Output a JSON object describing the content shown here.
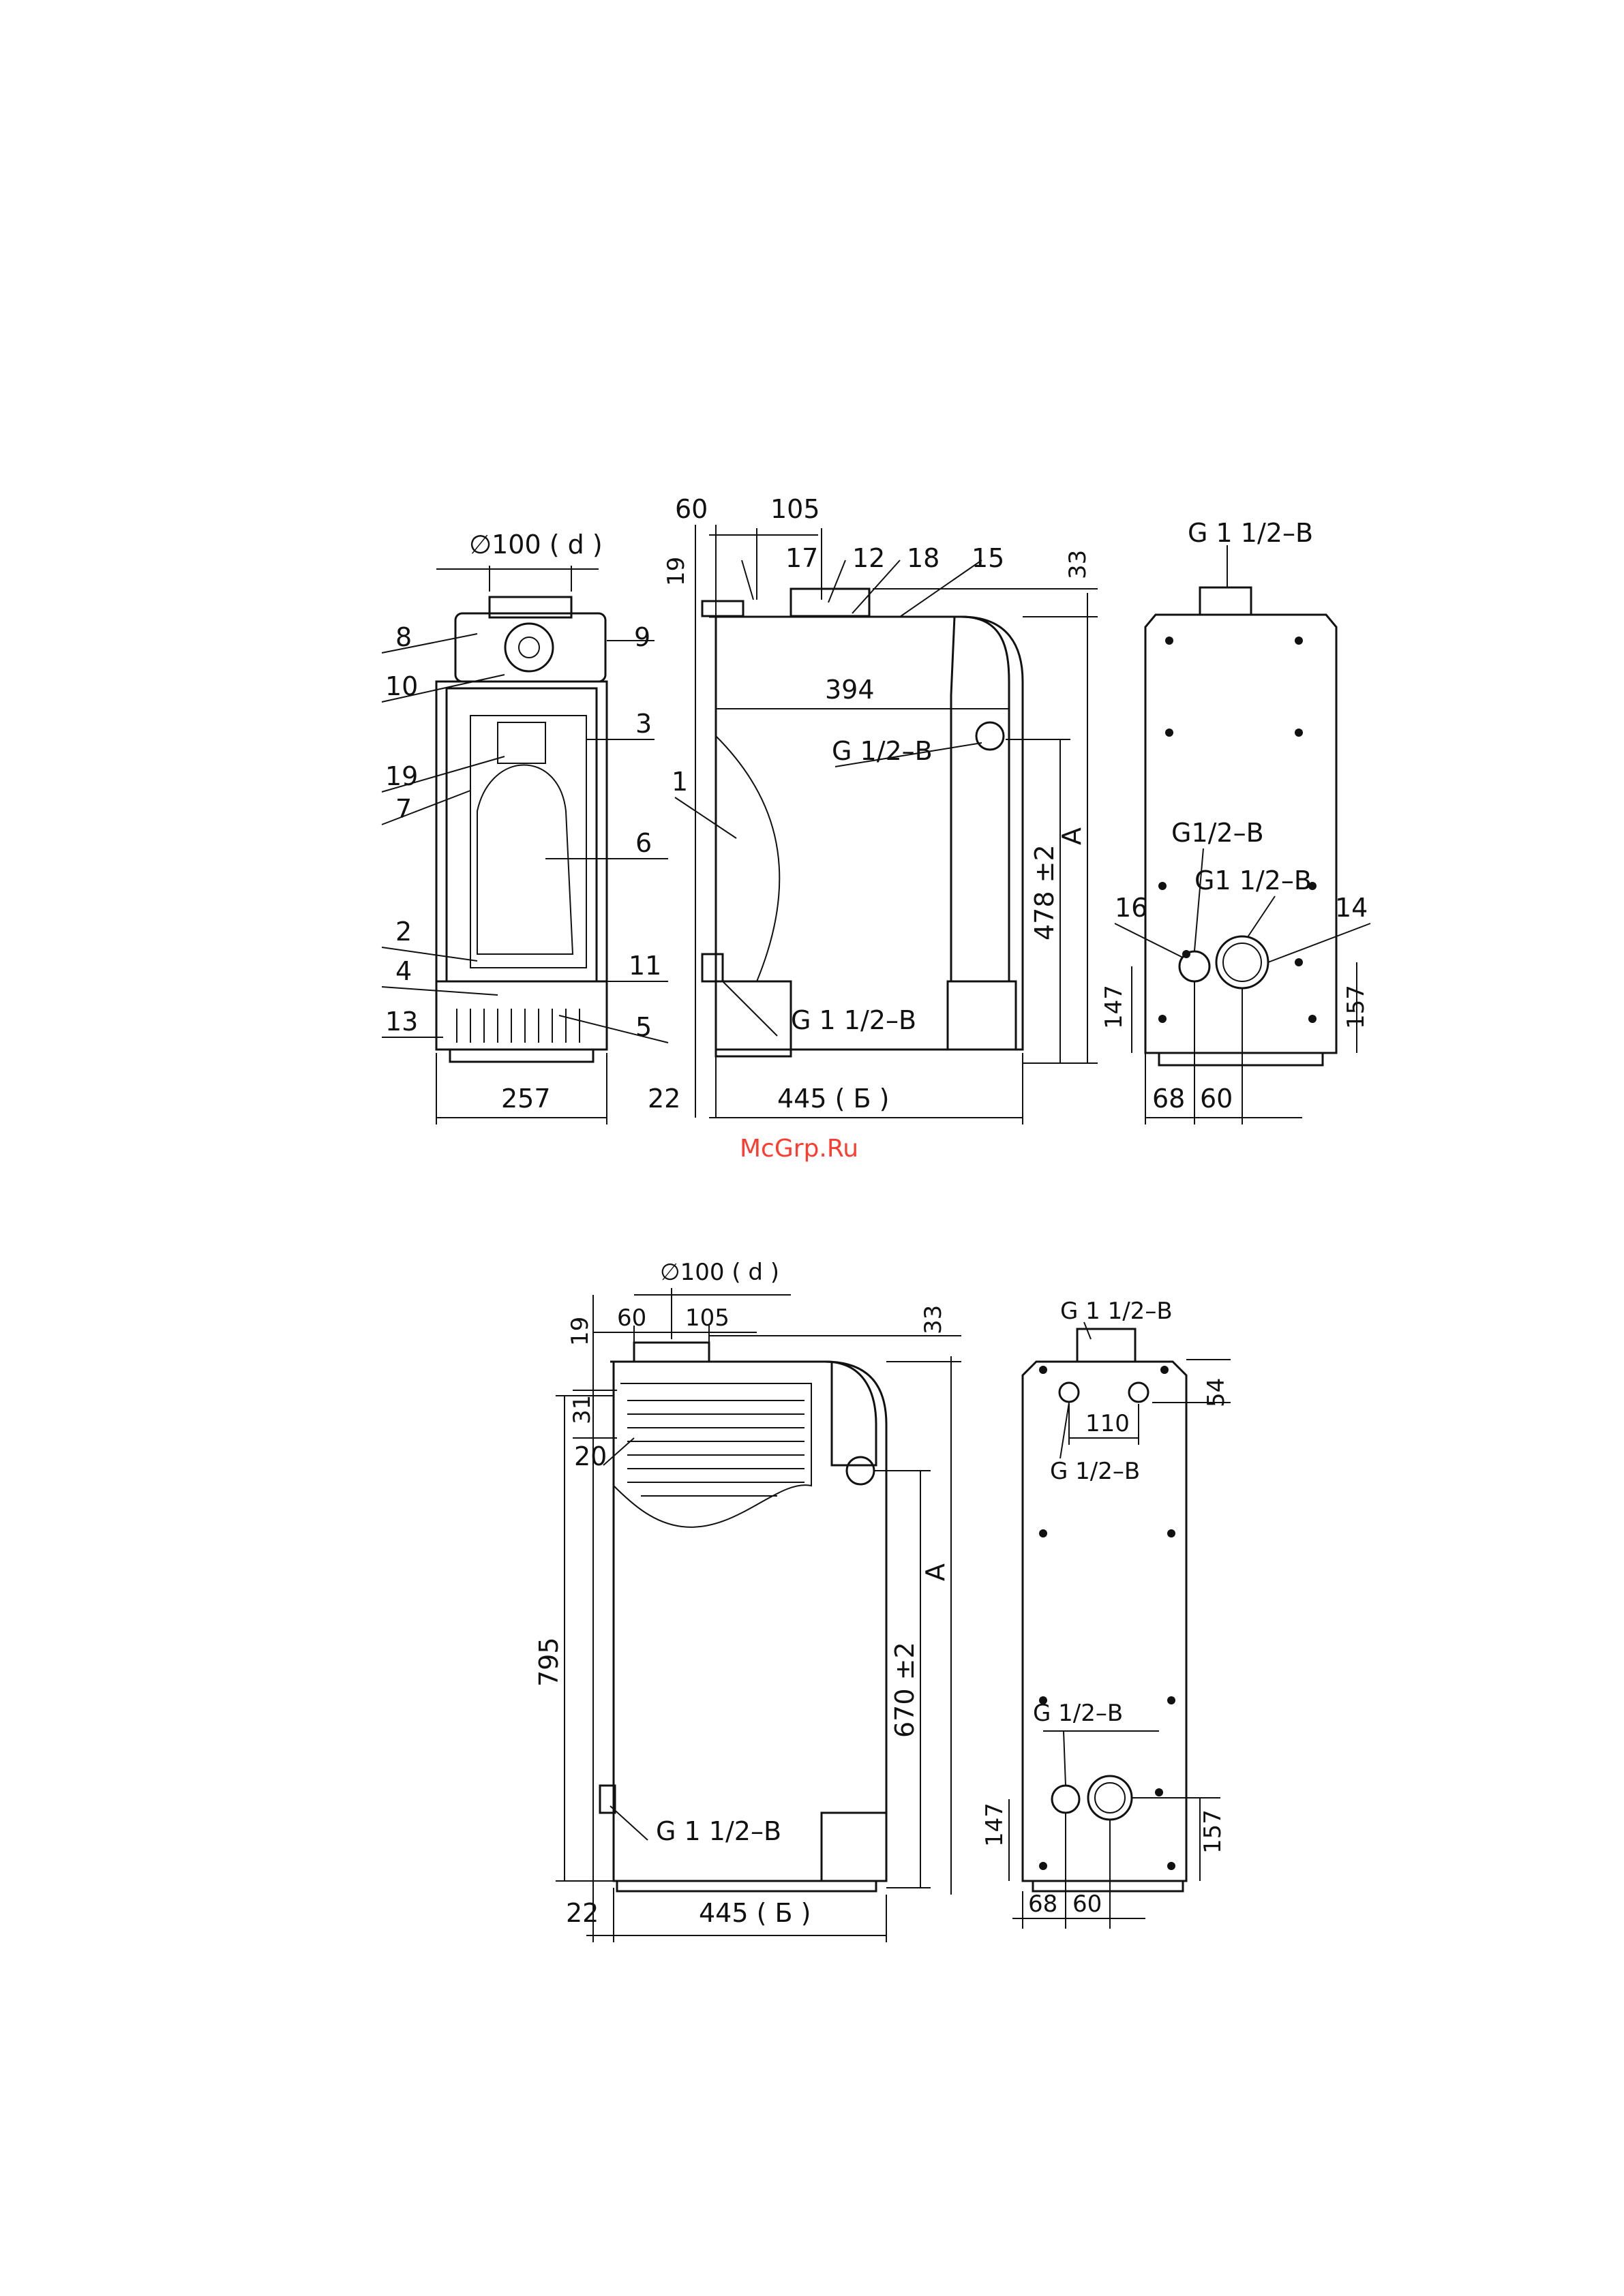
{
  "watermark": "McGrp.Ru",
  "top": {
    "flue": "∅100 ( d )",
    "width": "257",
    "dim_60": "60",
    "dim_105": "105",
    "dim_19": "19",
    "dim_33": "33",
    "dim_394": "394",
    "dim_22": "22",
    "depth": "445 ( Б )",
    "height": "478 ±2",
    "dim_A": "A",
    "g12": "G 1/2–B",
    "g112": "G 1 1/2–B",
    "g112_top": "G 1 1/2–B",
    "rear_g12": "G1/2–B",
    "rear_g112": "G1 1/2–B",
    "dim_147": "147",
    "dim_157": "157",
    "dim_68": "68",
    "dim_60b": "60",
    "callouts": [
      "8",
      "10",
      "19",
      "7",
      "2",
      "4",
      "13",
      "9",
      "3",
      "6",
      "11",
      "5",
      "1",
      "16",
      "14",
      "17",
      "12",
      "18",
      "15"
    ]
  },
  "bottom": {
    "flue": "∅100 ( d )",
    "dim_60": "60",
    "dim_105": "105",
    "dim_19": "19",
    "dim_33": "33",
    "dim_31": "31",
    "dim_20": "20",
    "height": "795",
    "height_pipe": "670 ±2",
    "dim_A": "A",
    "g112_side": "G 1 1/2–B",
    "dim_22": "22",
    "depth": "445 ( Б )",
    "g112_top": "G 1 1/2–B",
    "dim_110": "110",
    "g12_top": "G 1/2–B",
    "dim_54": "54",
    "g12_bottom": "G 1/2–B",
    "dim_147": "147",
    "dim_157": "157",
    "dim_68": "68",
    "dim_60b": "60"
  }
}
